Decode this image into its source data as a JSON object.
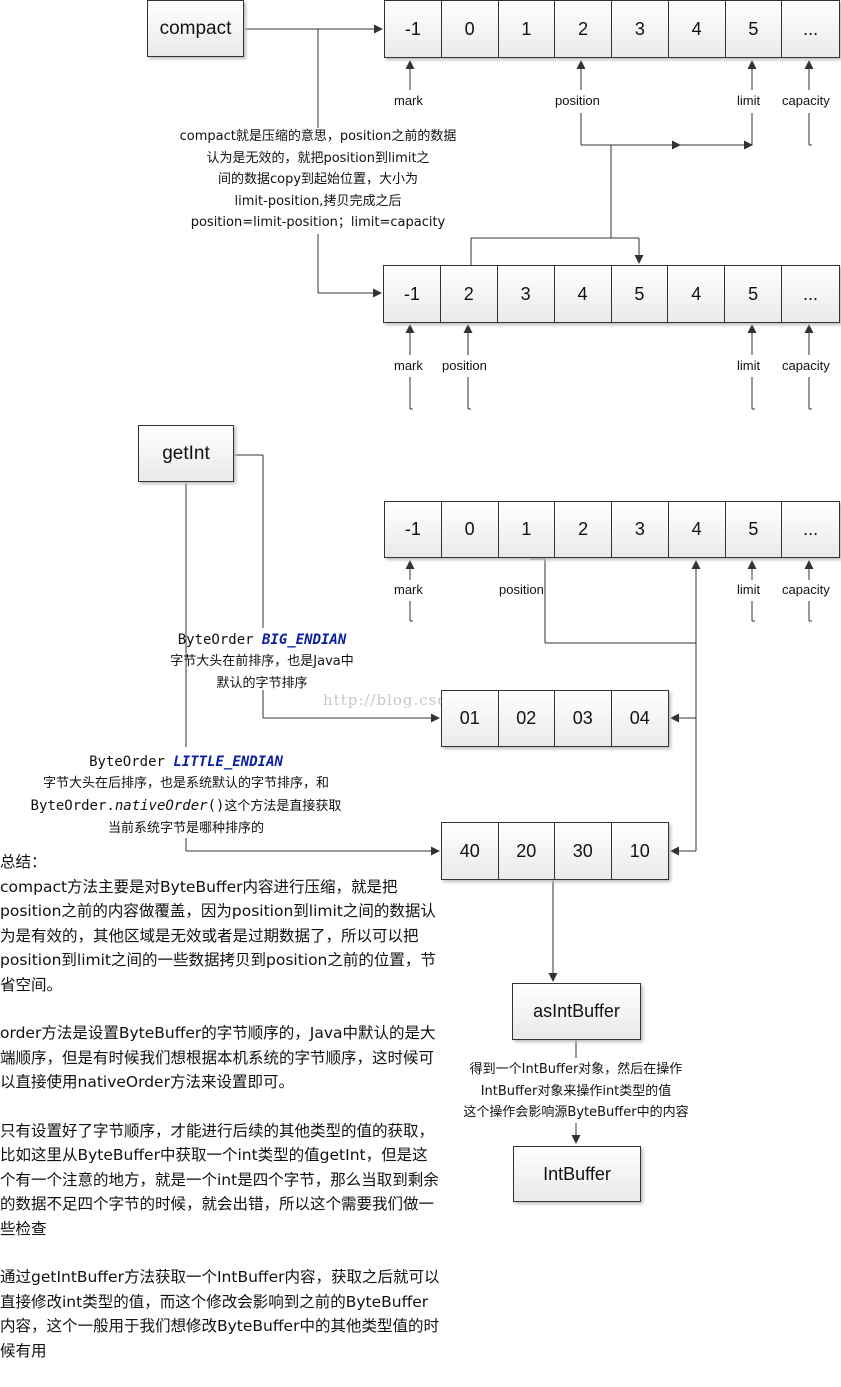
{
  "compact_section": {
    "button": "compact",
    "top_array": [
      "-1",
      "0",
      "1",
      "2",
      "3",
      "4",
      "5",
      "..."
    ],
    "top_labels": {
      "mark": "mark",
      "position": "position",
      "limit": "limit",
      "capacity": "capacity"
    },
    "note_lines": [
      "compact就是压缩的意思，position之前的数据",
      "认为是无效的，就把position到limit之",
      "间的数据copy到起始位置，大小为",
      "limit-position,拷贝完成之后",
      "position=limit-position；limit=capacity"
    ],
    "bottom_array": [
      "-1",
      "2",
      "3",
      "4",
      "5",
      "4",
      "5",
      "..."
    ],
    "bottom_labels": {
      "mark": "mark",
      "position": "position",
      "limit": "limit",
      "capacity": "capacity"
    }
  },
  "getint_section": {
    "button": "getInt",
    "array": [
      "-1",
      "0",
      "1",
      "2",
      "3",
      "4",
      "5",
      "..."
    ],
    "labels": {
      "mark": "mark",
      "position": "position",
      "limit": "limit",
      "capacity": "capacity"
    },
    "big_endian": {
      "prefix": "ByteOrder ",
      "keyword": "BIG_ENDIAN",
      "line2": "字节大头在前排序，也是Java中",
      "line3": "默认的字节排序"
    },
    "little_endian": {
      "prefix": "ByteOrder ",
      "keyword": "LITTLE_ENDIAN",
      "line2": "字节大头在后排序，也是系统默认的字节排序，和",
      "line3_code_a": "ByteOrder.",
      "line3_code_b": "nativeOrder",
      "line3_code_c": "()",
      "line3_text": "这个方法是直接获取",
      "line4": "当前系统字节是哪种排序的"
    },
    "big_bytes": [
      "01",
      "02",
      "03",
      "04"
    ],
    "little_bytes": [
      "40",
      "20",
      "30",
      "10"
    ],
    "watermark": "http://blog.csdn.net/"
  },
  "intbuffer_section": {
    "button1": "asIntBuffer",
    "note_lines": [
      "得到一个IntBuffer对象，然后在操作",
      "IntBuffer对象来操作int类型的值",
      "这个操作会影响源ByteBuffer中的内容"
    ],
    "button2": "IntBuffer"
  },
  "summary": {
    "heading": "总结：",
    "p1": "compact方法主要是对ByteBuffer内容进行压缩，就是把position之前的内容做覆盖，因为position到limit之间的数据认为是有效的，其他区域是无效或者是过期数据了，所以可以把position到limit之间的一些数据拷贝到position之前的位置，节省空间。",
    "p2": "order方法是设置ByteBuffer的字节顺序的，Java中默认的是大端顺序，但是有时候我们想根据本机系统的字节顺序，这时候可以直接使用nativeOrder方法来设置即可。",
    "p3": "只有设置好了字节顺序，才能进行后续的其他类型的值的获取，比如这里从ByteBuffer中获取一个int类型的值getInt，但是这个有一个注意的地方，就是一个int是四个字节，那么当取到剩余的数据不足四个字节的时候，就会出错，所以这个需要我们做一些检查",
    "p4": "通过getIntBuffer方法获取一个IntBuffer内容，获取之后就可以直接修改int类型的值，而这个修改会影响到之前的ByteBuffer内容，这个一般用于我们想修改ByteBuffer中的其他类型值的时候有用"
  }
}
